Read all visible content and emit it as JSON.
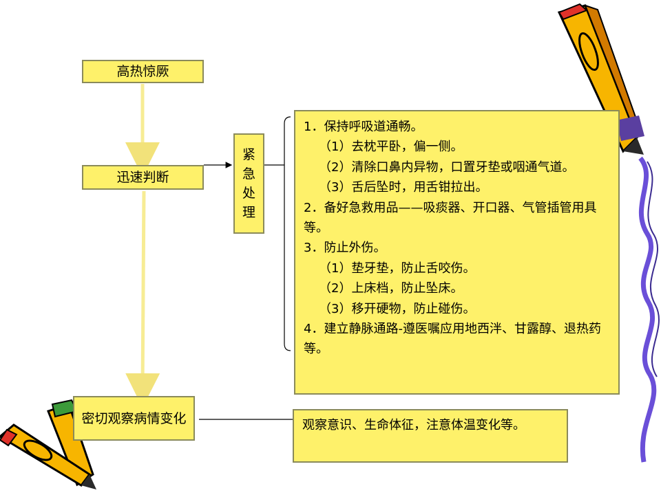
{
  "nodes": {
    "high_fever": "高热惊厥",
    "quick_judge": "迅速判断",
    "emergency": "紧急处理",
    "observe": "密切观察病情变化"
  },
  "emergency_steps": {
    "s1": "1．保持呼吸道通畅。",
    "s1a": "（1）去枕平卧，偏一侧。",
    "s1b": "（2）清除口鼻内异物，口置牙垫或咽通气道。",
    "s1c": "（3）舌后坠时，用舌钳拉出。",
    "s2": "2．备好急救用品——吸痰器、开口器、气管插管用具等。",
    "s3": "3．防止外伤。",
    "s3a": "（1）垫牙垫，防止舌咬伤。",
    "s3b": "（2）上床档，防止坠床。",
    "s3c": "（3）移开硬物，防止碰伤。",
    "s4": "4．建立静脉通路-遵医嘱应用地西泮、甘露醇、退热药等。"
  },
  "observe_detail": "观察意识、生命体征，注意体温变化等。"
}
